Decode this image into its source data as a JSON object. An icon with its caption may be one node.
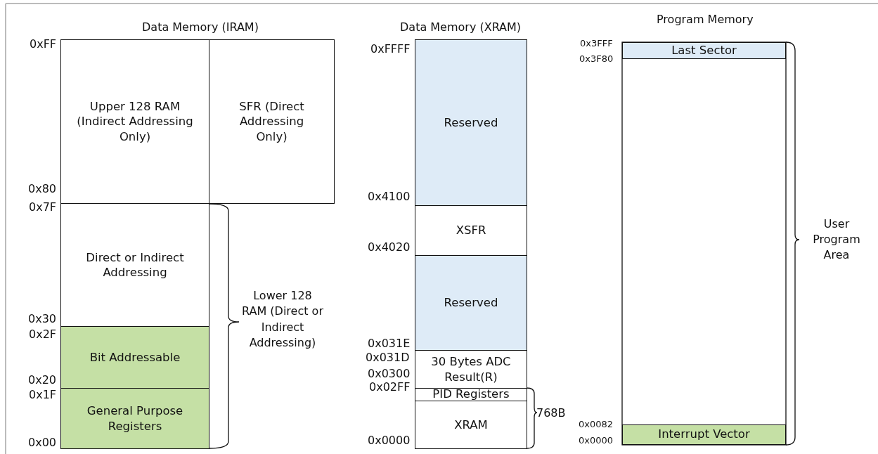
{
  "diagram": {
    "nodes": [
      {
        "text": [
          "Upper 128 RAM (Indirect Addressing Only)"
        ]
      },
      {
        "text": [
          "SFR (Direct Addressing Only)"
        ]
      },
      {
        "text": [
          "Direct or Indirect Addressing"
        ]
      },
      {
        "text": [
          "Bit Addressable"
        ]
      },
      {
        "text": [
          "General Purpose Registers"
        ]
      },
      {
        "text": [
          "Reserved"
        ]
      },
      {
        "text": [
          "XSFR"
        ]
      },
      {
        "text": [
          "Reserved"
        ]
      },
      {
        "text": [
          "30 Bytes ADC Result(R)"
        ]
      },
      {
        "text": [
          "PID Registers"
        ]
      },
      {
        "text": [
          "XRAM"
        ]
      },
      {
        "text": [
          "Last Sector"
        ]
      },
      {
        "text": [
          "Interrupt Vector"
        ]
      }
    ],
    "edges": [],
    "labels": [
      "Data Memory (IRAM)",
      "Data Memory (XRAM)",
      "Program Memory",
      "0xFF",
      "0x80",
      "0x7F",
      "0x30",
      "0x2F",
      "0x20",
      "0x1F",
      "0x00",
      "Lower 128 RAM (Direct or Indirect Addressing)",
      "0xFFFF",
      "0x4100",
      "0x4020",
      "0x031E",
      "0x031D",
      "0x0300",
      "0x02FF",
      "0x0000",
      "768B",
      "0x3FFF",
      "0x3F80",
      "0x0082",
      "0x0000",
      "User Program Area"
    ]
  }
}
